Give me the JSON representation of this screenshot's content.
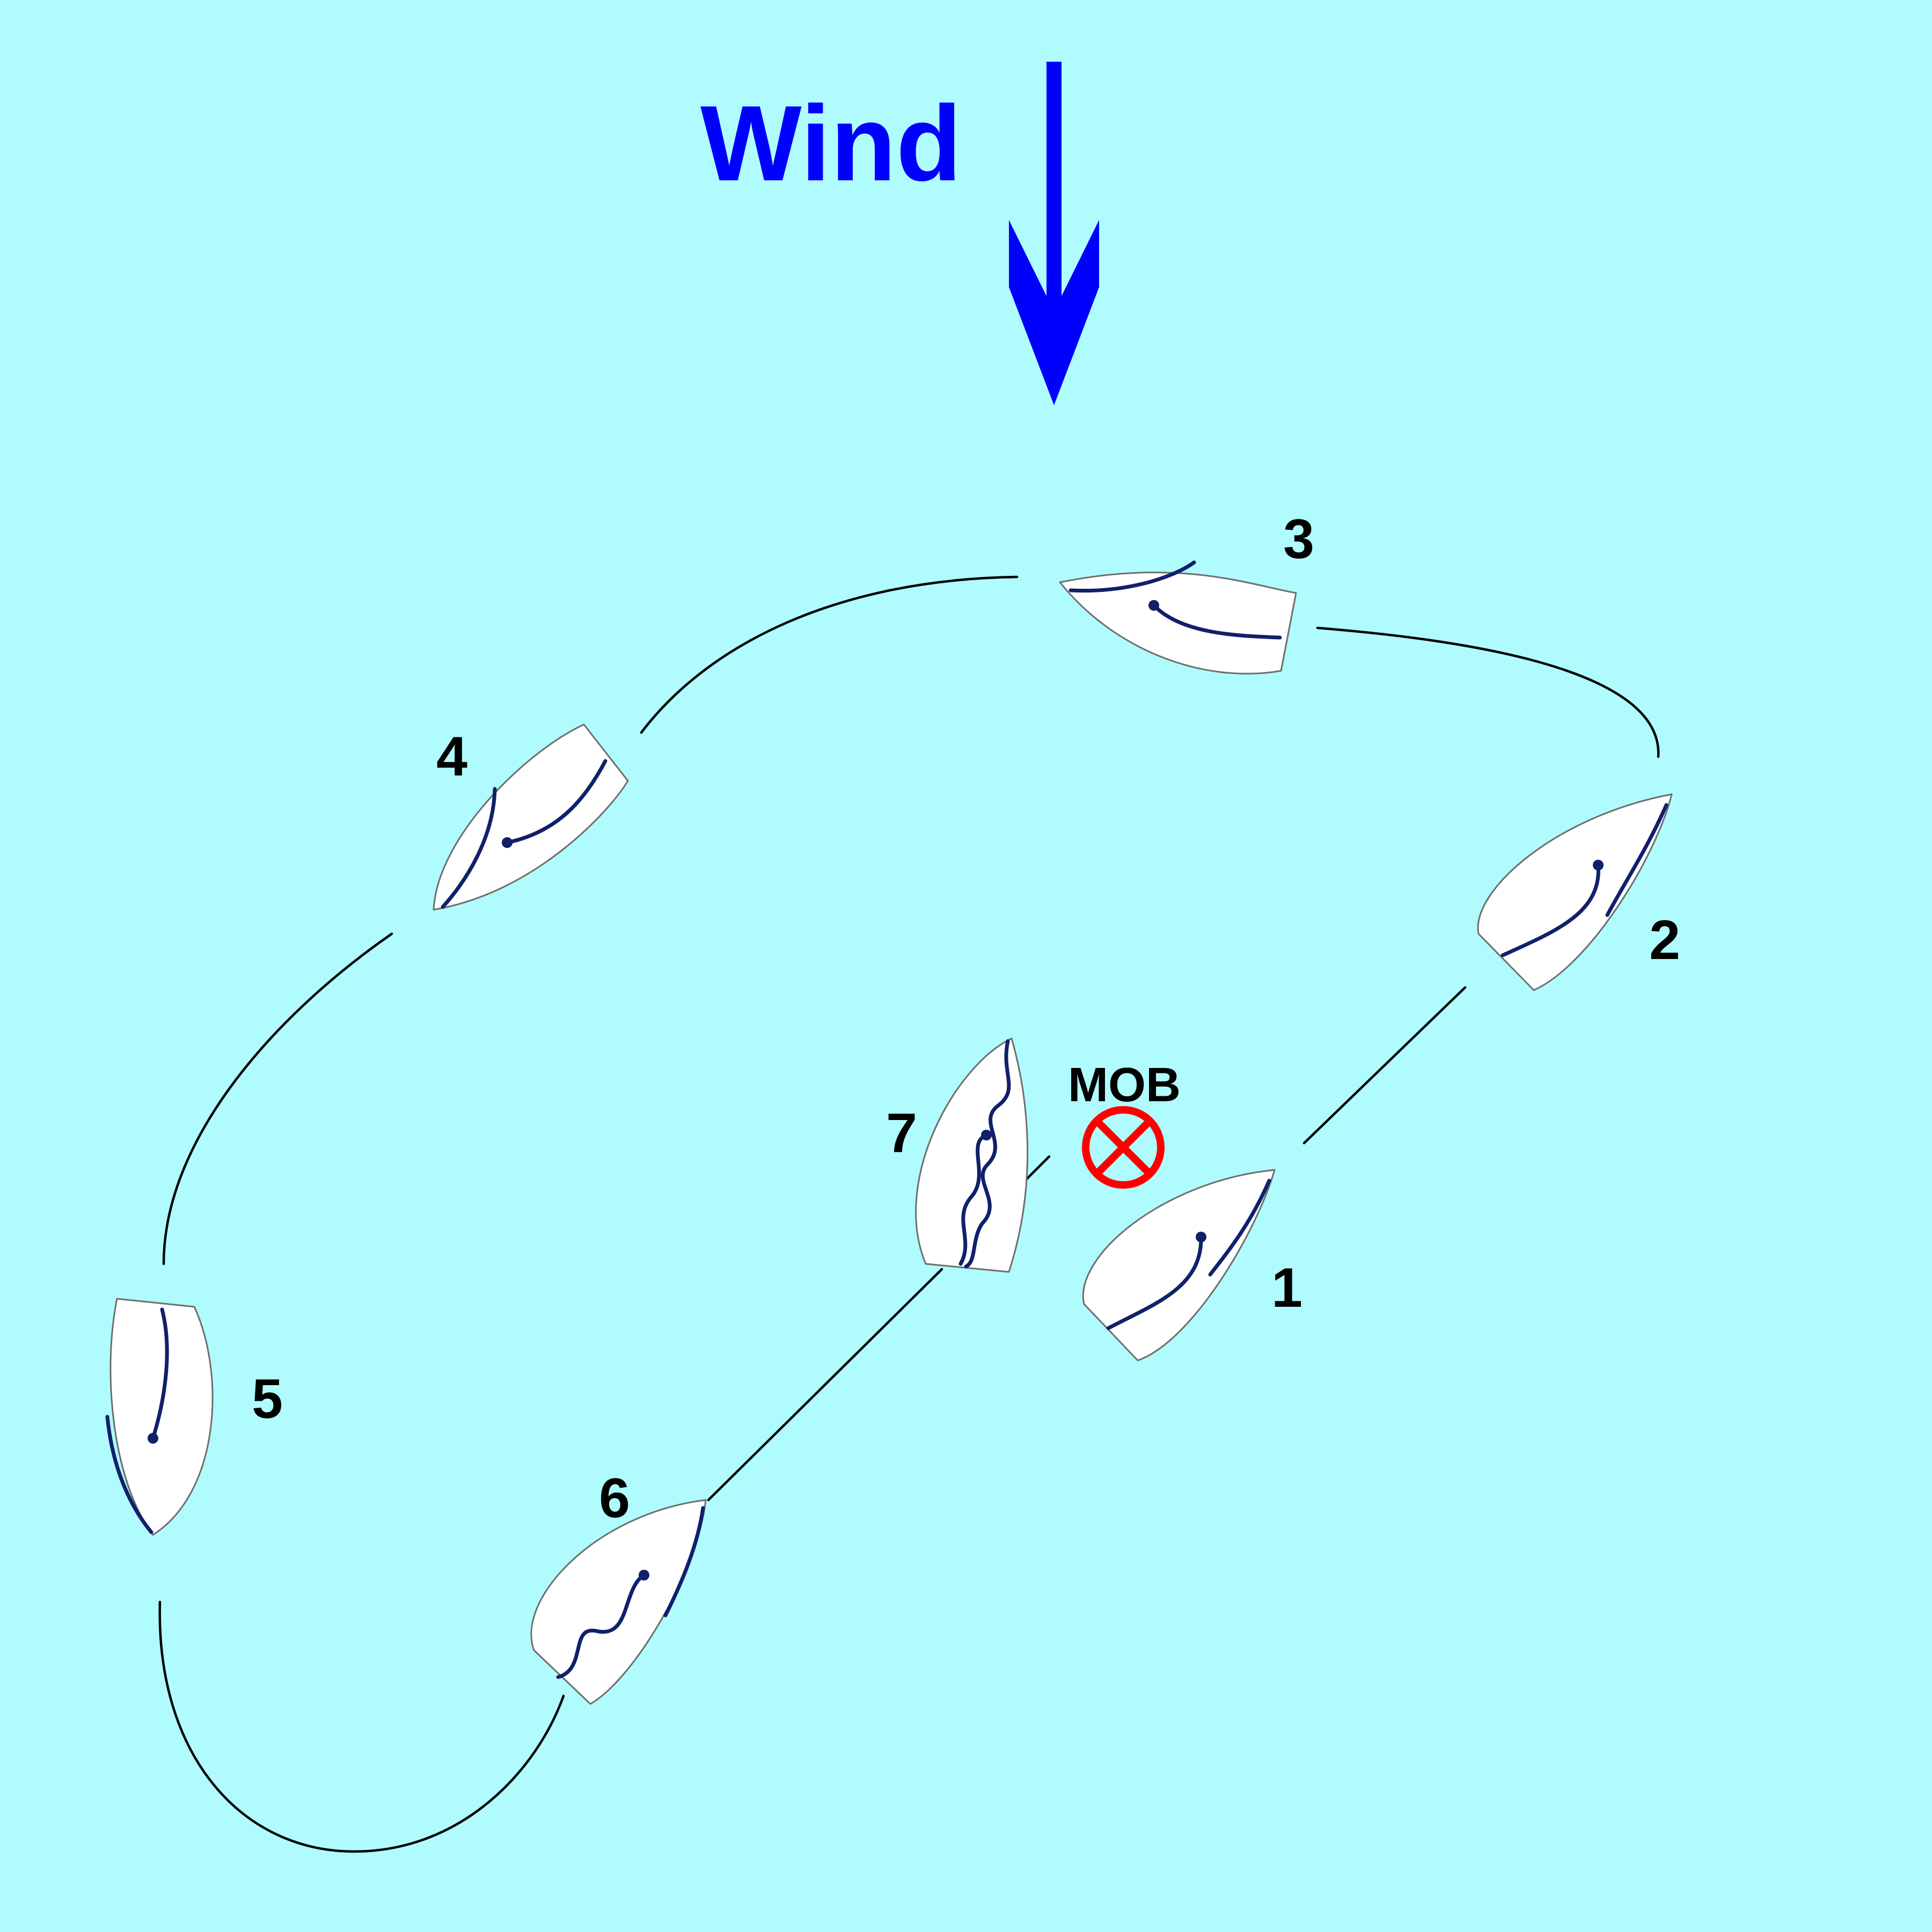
{
  "title": "Wind",
  "marker_label": "MOB",
  "boats": [
    {
      "id": "1",
      "label": "1"
    },
    {
      "id": "2",
      "label": "2"
    },
    {
      "id": "3",
      "label": "3"
    },
    {
      "id": "4",
      "label": "4"
    },
    {
      "id": "5",
      "label": "5"
    },
    {
      "id": "6",
      "label": "6"
    },
    {
      "id": "7",
      "label": "7"
    }
  ],
  "colors": {
    "water": "#b0fbfd",
    "wind": "#0000ff",
    "mob": "#ff0000",
    "sail": "#10206a"
  },
  "icons": {
    "wind_arrow": "down-arrow-icon",
    "mob_marker": "circle-x-icon"
  }
}
